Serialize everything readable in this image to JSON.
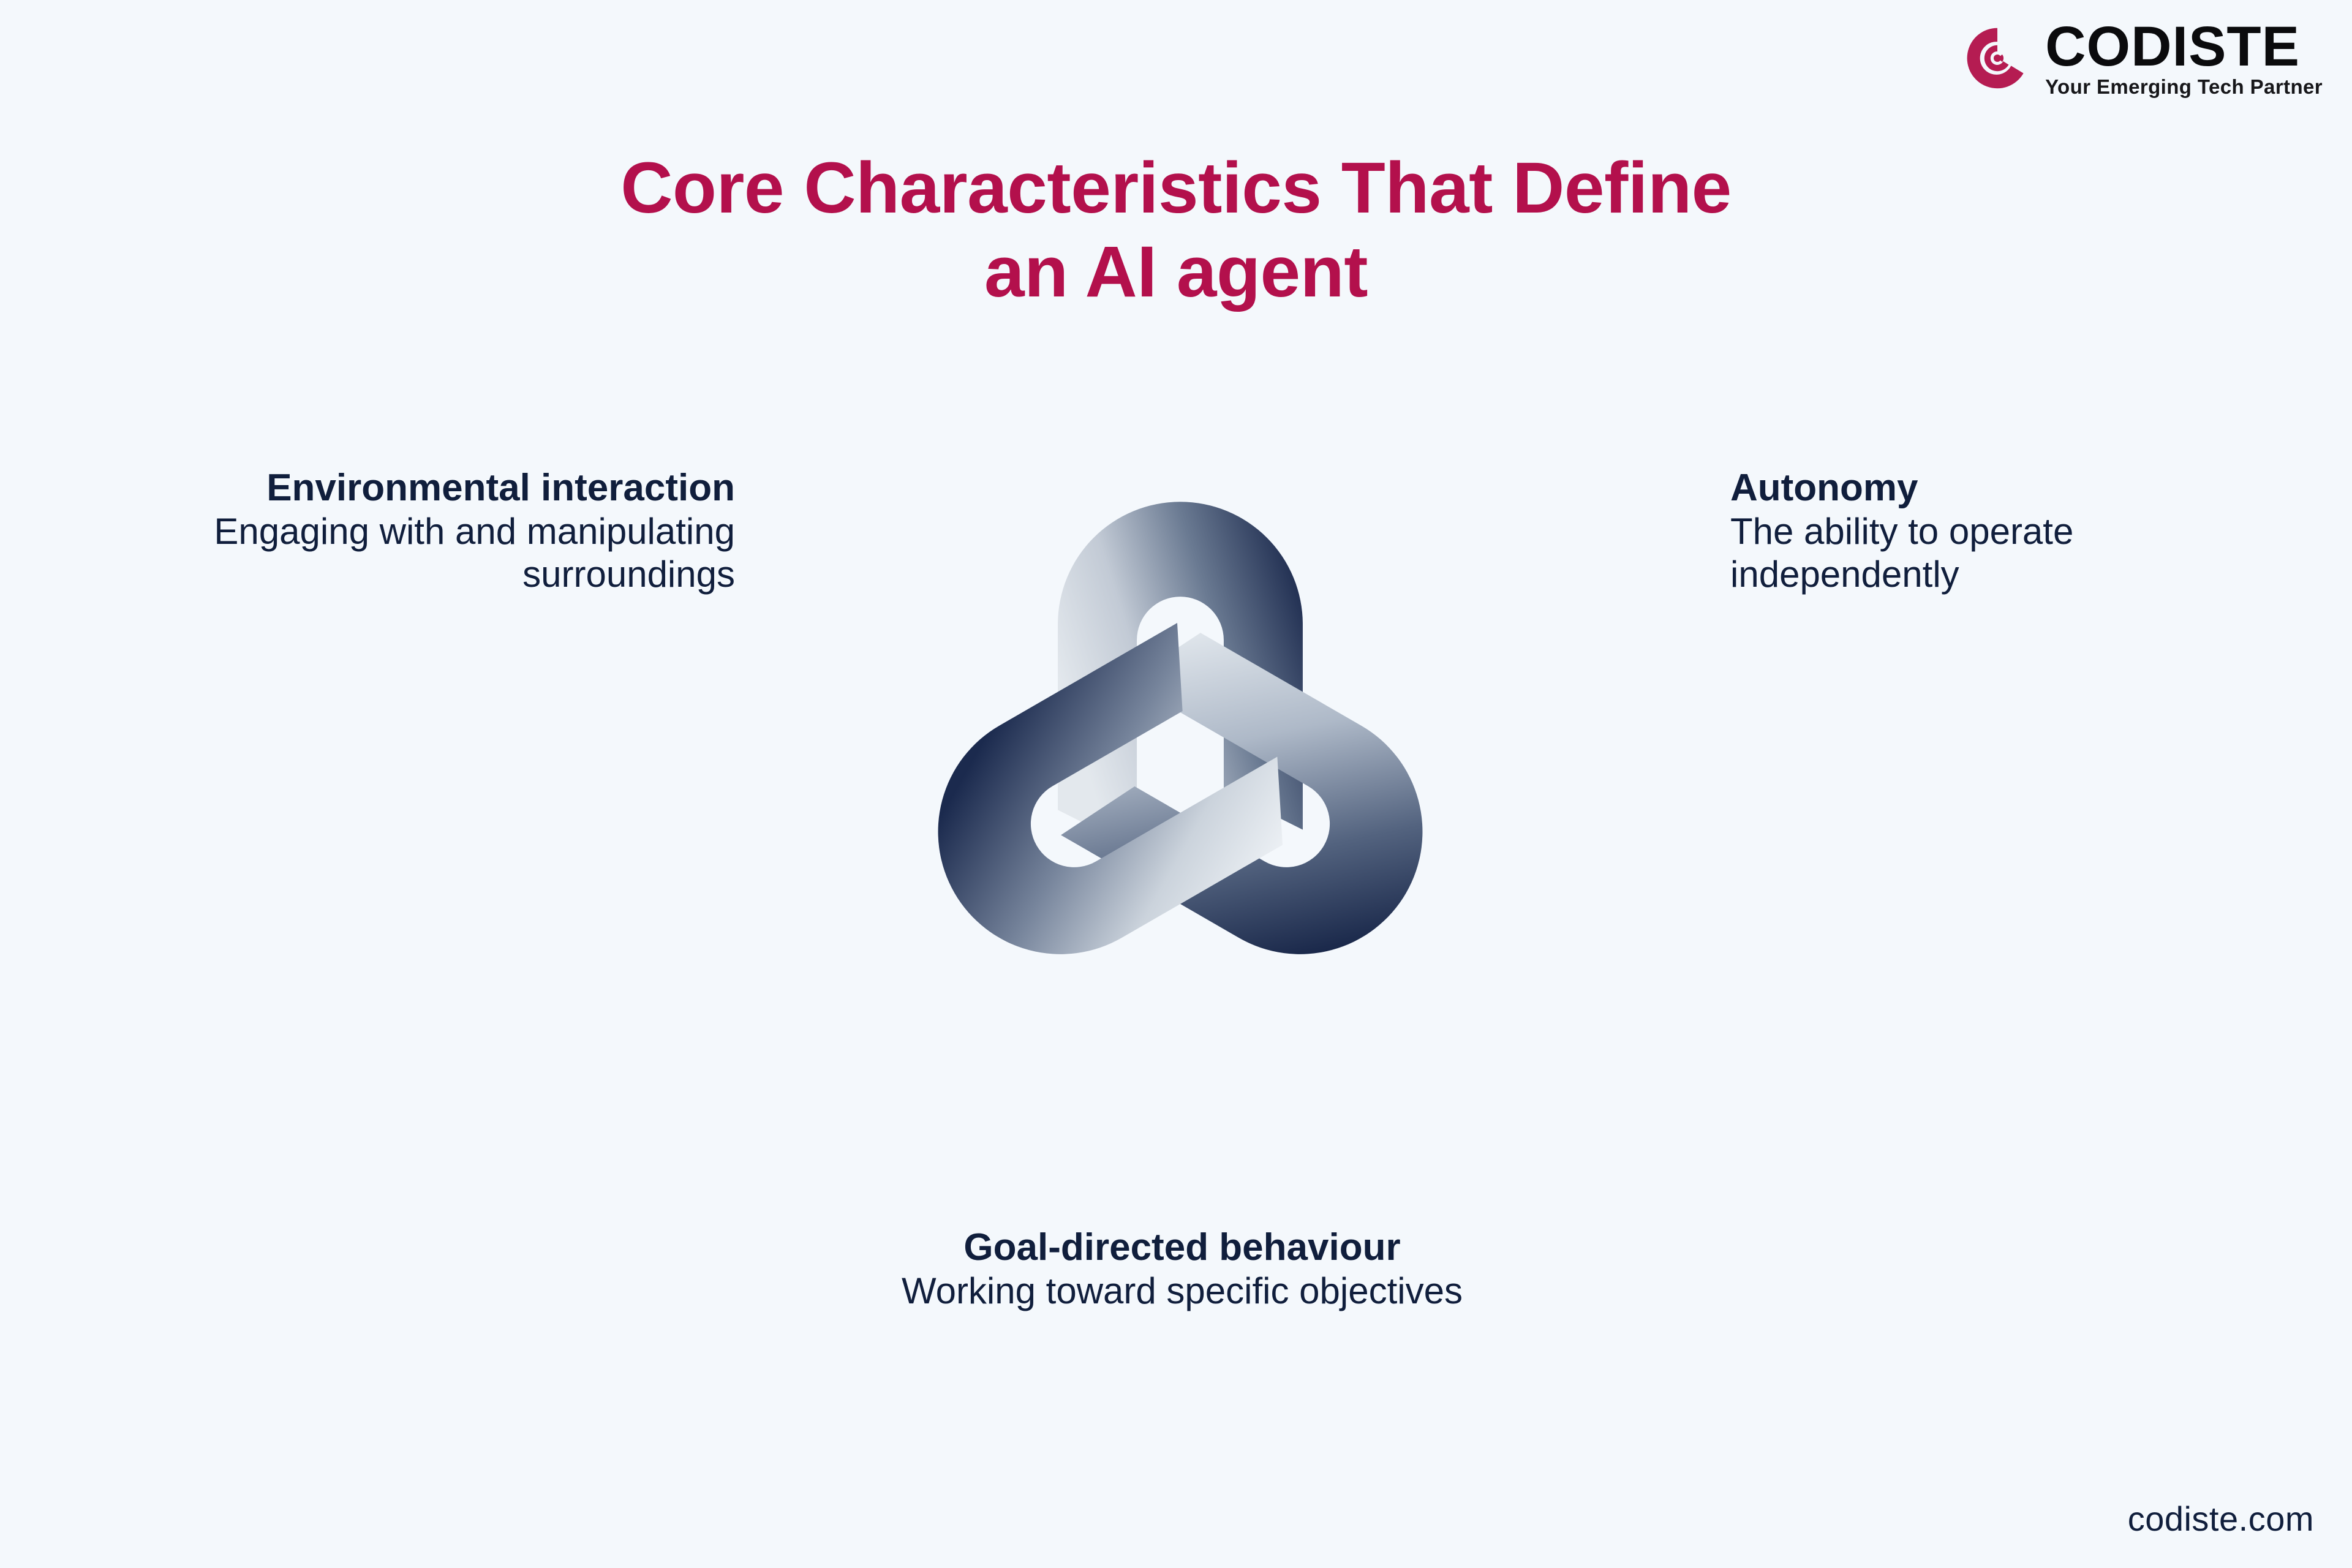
{
  "brand": {
    "name": "CODISTE",
    "tagline": "Your Emerging Tech Partner",
    "mark_icon": "codiste-concentric-c-icon",
    "mark_color": "#b51c52"
  },
  "title": {
    "line1": "Core Characteristics That Define",
    "line2": "an AI agent",
    "color": "#b3104c"
  },
  "graphic": {
    "icon": "trefoil-knot-icon",
    "description": "Three interlocking U-shaped hooks forming a trefoil knot",
    "gradient_light": "#d9e0e7",
    "gradient_mid": "#6d7c93",
    "gradient_dark": "#111f42"
  },
  "features": [
    {
      "id": "environmental-interaction",
      "title": "Environmental interaction",
      "description": "Engaging with and manipulating surroundings",
      "position": "left"
    },
    {
      "id": "autonomy",
      "title": "Autonomy",
      "description": "The ability to operate independently",
      "position": "right"
    },
    {
      "id": "goal-directed-behaviour",
      "title": "Goal-directed behaviour",
      "description": "Working toward specific objectives",
      "position": "bottom"
    }
  ],
  "footer": {
    "url": "codiste.com"
  },
  "theme": {
    "background": "#f4f8fc",
    "text_navy": "#101e3c",
    "accent_crimson": "#b3104c"
  }
}
